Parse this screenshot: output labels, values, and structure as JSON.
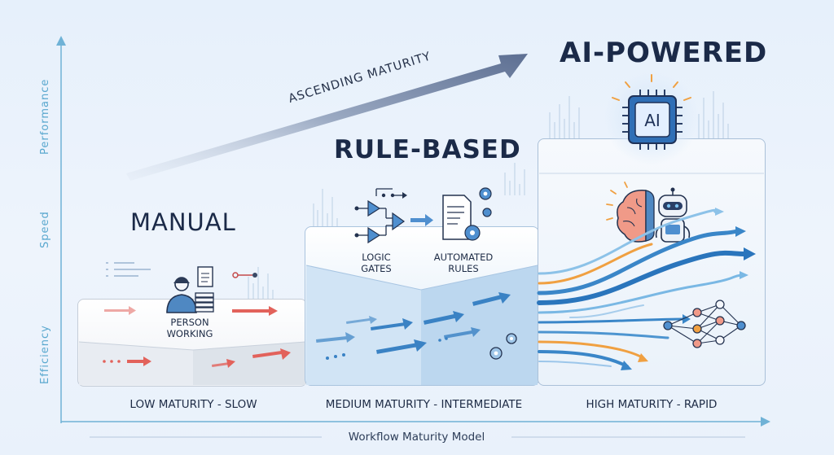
{
  "axes": {
    "y_labels": [
      "Performance",
      "Speed",
      "Efficiency"
    ],
    "x_title": "Workflow Maturity Model"
  },
  "trend_arrow_label": "ASCENDING MATURITY",
  "stages": [
    {
      "title": "MANUAL",
      "level": "LOW MATURITY - SLOW",
      "items": [
        "PERSON\nWORKING"
      ],
      "icons": [
        "person-icon",
        "document-stack-icon"
      ]
    },
    {
      "title": "RULE-BASED",
      "level": "MEDIUM MATURITY - INTERMEDIATE",
      "items": [
        "LOGIC\nGATES",
        "AUTOMATED\nRULES"
      ],
      "icons": [
        "logic-gates-icon",
        "document-gears-icon"
      ]
    },
    {
      "title": "AI-POWERED",
      "level": "HIGH MATURITY - RAPID",
      "items": [
        "AI"
      ],
      "icons": [
        "ai-chip-icon",
        "brain-icon",
        "robot-icon",
        "neural-network-icon"
      ]
    }
  ],
  "colors": {
    "manual_arrows": "#e0554f",
    "blue_arrows": "#2f86c6",
    "orange_arrows": "#f0a041",
    "title_dark": "#1b2a48",
    "axis": "#5aa8cf"
  }
}
